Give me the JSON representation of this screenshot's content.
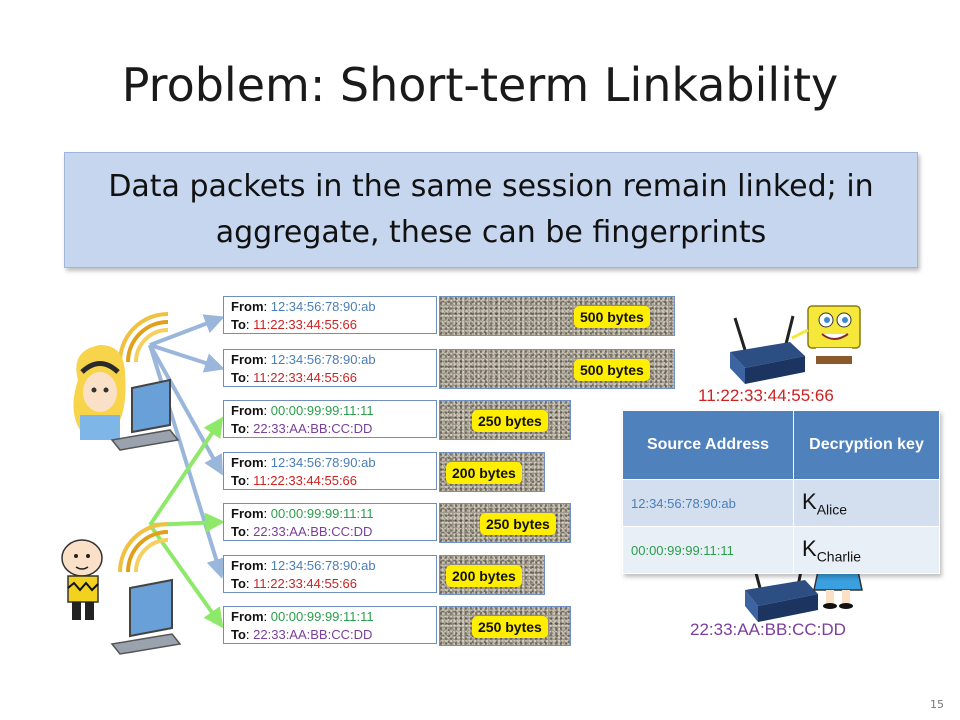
{
  "slide": {
    "title": "Problem: Short-term Linkability",
    "banner": "Data packets in the same session remain linked; in aggregate, these can be fingerprints",
    "page_number": "15"
  },
  "packets": [
    {
      "from_label": "From",
      "from": "12:34:56:78:90:ab",
      "to_label": "To",
      "to": "11:22:33:44:55:66",
      "size": "500 bytes",
      "sender": "alice"
    },
    {
      "from_label": "From",
      "from": "12:34:56:78:90:ab",
      "to_label": "To",
      "to": "11:22:33:44:55:66",
      "size": "500 bytes",
      "sender": "alice"
    },
    {
      "from_label": "From",
      "from": "00:00:99:99:11:11",
      "to_label": "To",
      "to": "22:33:AA:BB:CC:DD",
      "size": "250 bytes",
      "sender": "charlie"
    },
    {
      "from_label": "From",
      "from": "12:34:56:78:90:ab",
      "to_label": "To",
      "to": "11:22:33:44:55:66",
      "size": "200 bytes",
      "sender": "alice"
    },
    {
      "from_label": "From",
      "from": "00:00:99:99:11:11",
      "to_label": "To",
      "to": "22:33:AA:BB:CC:DD",
      "size": "250 bytes",
      "sender": "charlie"
    },
    {
      "from_label": "From",
      "from": "12:34:56:78:90:ab",
      "to_label": "To",
      "to": "11:22:33:44:55:66",
      "size": "200 bytes",
      "sender": "alice"
    },
    {
      "from_label": "From",
      "from": "00:00:99:99:11:11",
      "to_label": "To",
      "to": "22:33:AA:BB:CC:DD",
      "size": "250 bytes",
      "sender": "charlie"
    }
  ],
  "access_points": {
    "ap1_mac": "11:22:33:44:55:66",
    "ap2_mac": "22:33:AA:BB:CC:DD"
  },
  "table": {
    "headers": [
      "Source Address",
      "Decryption key"
    ],
    "rows": [
      {
        "address": "12:34:56:78:90:ab",
        "key": "K",
        "key_sub": "Alice"
      },
      {
        "address": "00:00:99:99:11:11",
        "key": "K",
        "key_sub": "Charlie"
      }
    ]
  },
  "colors": {
    "alice_mac": "#4a7eb8",
    "ap1_mac": "#cc2222",
    "charlie_mac": "#2a9e4a",
    "ap2_mac": "#7a3e9c",
    "table_header": "#4f81bd",
    "size_tag": "#ffee00",
    "banner": "#c6d6ee"
  },
  "icons": [
    "alice-character",
    "charlie-character",
    "laptop-icon",
    "wifi-signal-icon",
    "router-icon",
    "spongebob-character",
    "lucy-character"
  ]
}
